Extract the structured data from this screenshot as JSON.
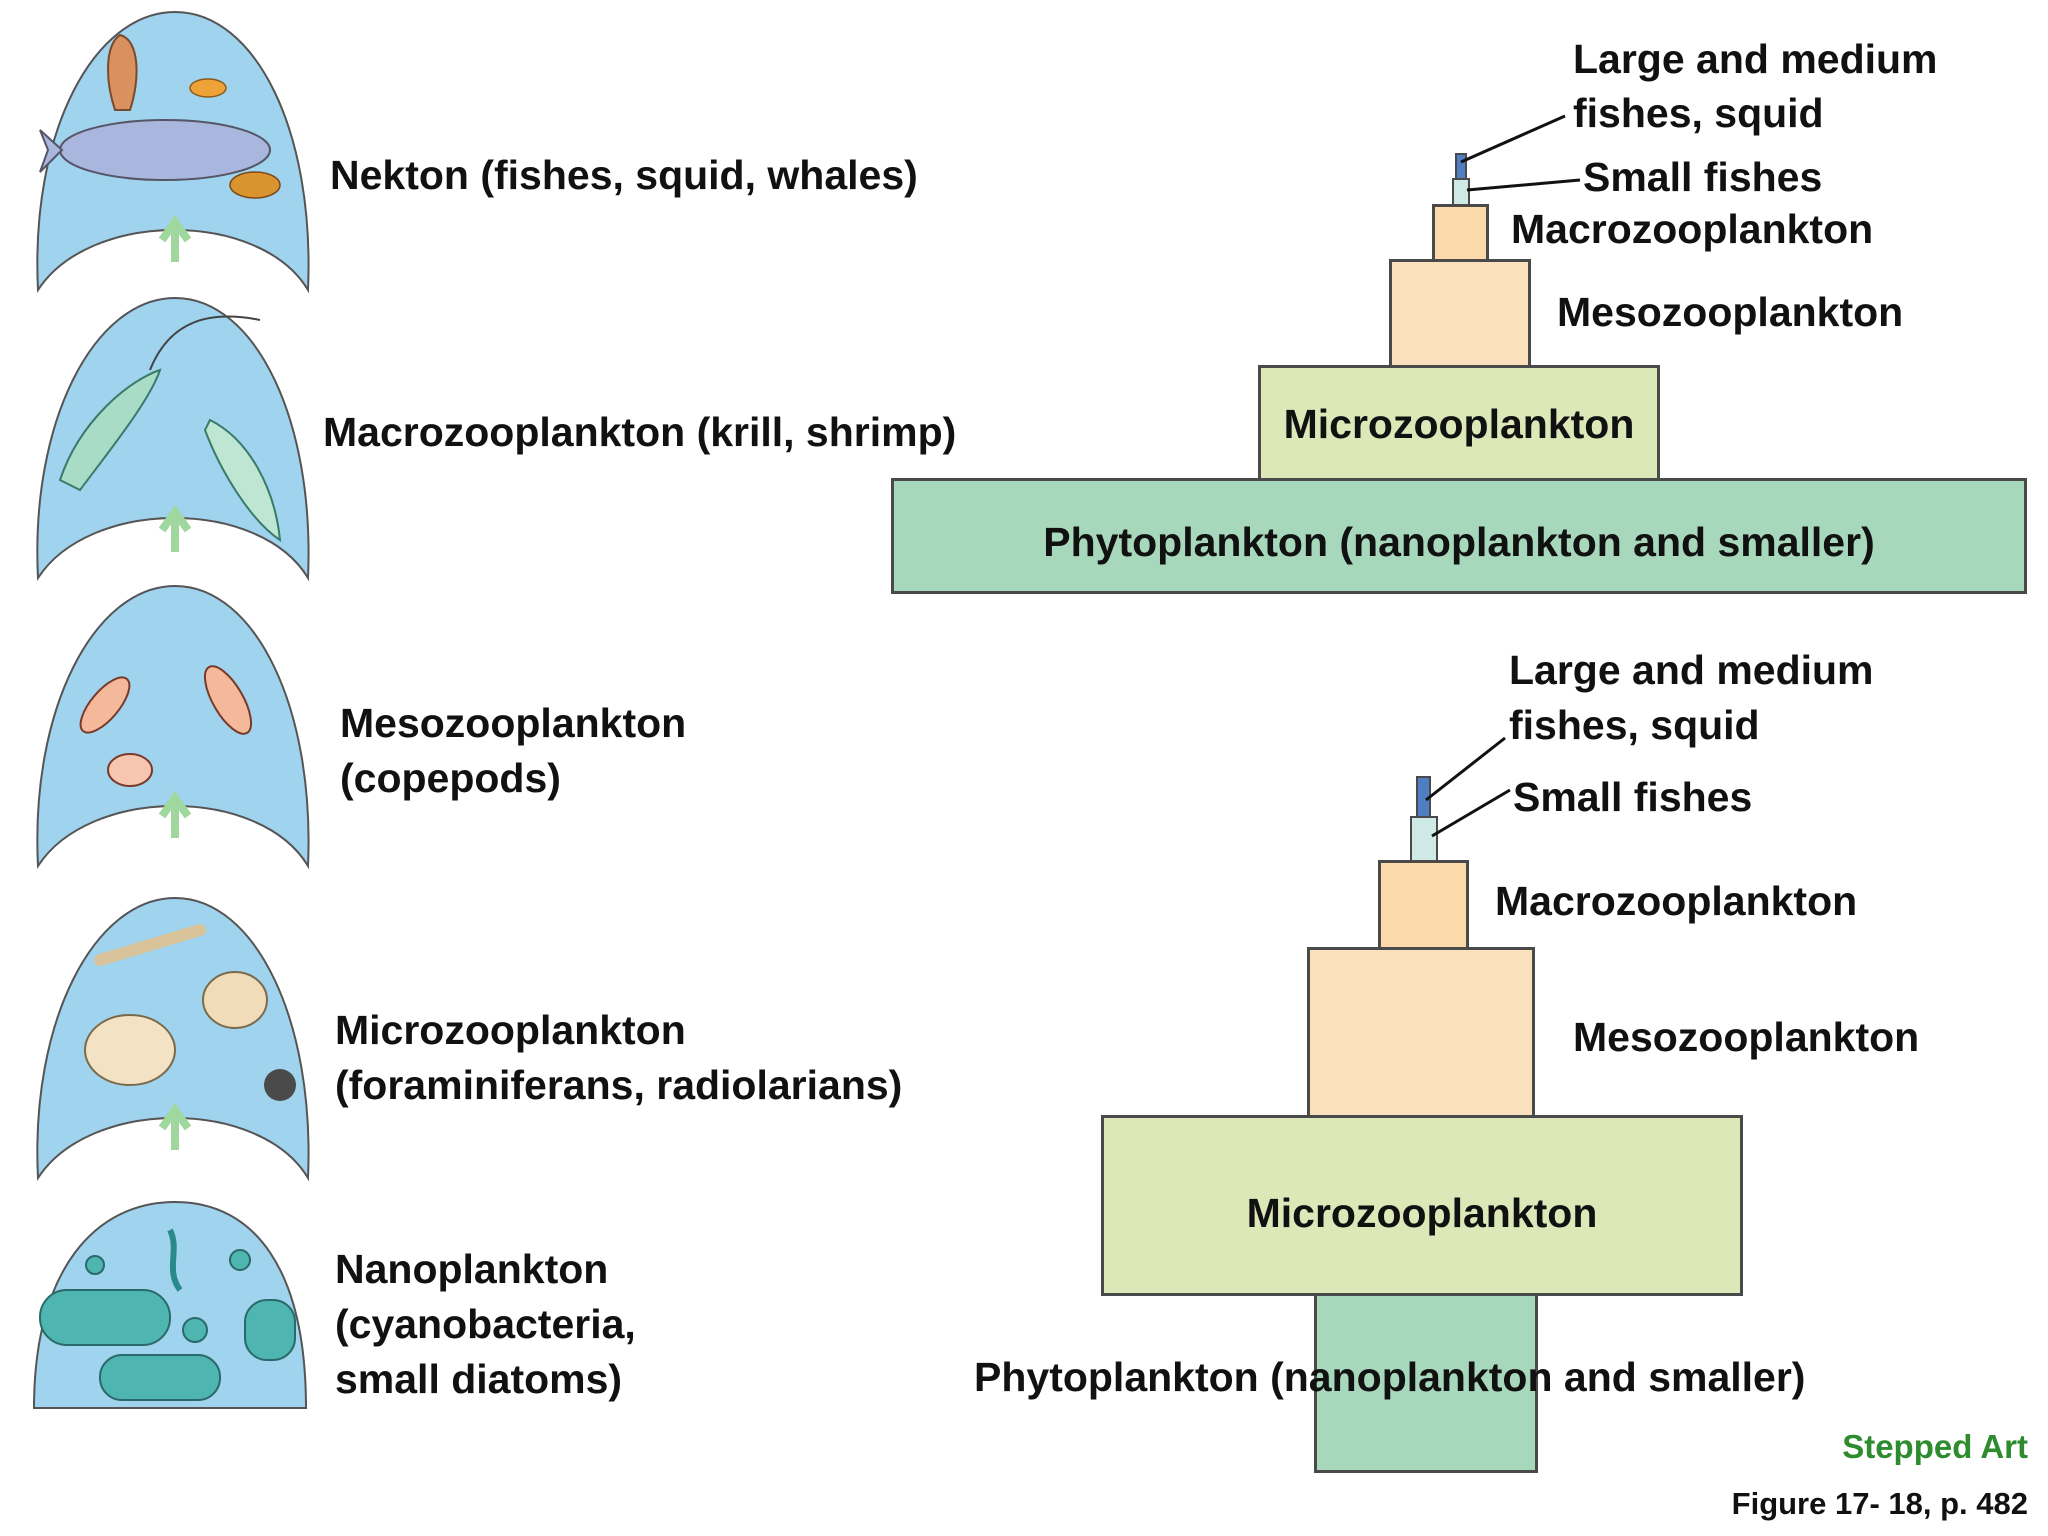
{
  "left_column": {
    "levels": [
      {
        "line1": "Nekton (fishes, squid, whales)"
      },
      {
        "line1": "Macrozooplankton (krill, shrimp)"
      },
      {
        "line1": "Mesozooplankton",
        "line2": "(copepods)"
      },
      {
        "line1": "Microzooplankton",
        "line2": "(foraminiferans, radiolarians)"
      },
      {
        "line1": "Nanoplankton",
        "line2": "(cyanobacteria,",
        "line3": "small diatoms)"
      }
    ]
  },
  "top_pyramid": {
    "large_fish_line1": "Large and medium",
    "large_fish_line2": "fishes, squid",
    "small_fishes": "Small fishes",
    "macro": "Macrozooplankton",
    "meso": "Mesozooplankton",
    "micro": "Microzooplankton",
    "phyto": "Phytoplankton (nanoplankton and smaller)"
  },
  "bottom_pyramid": {
    "large_fish_line1": "Large and medium",
    "large_fish_line2": "fishes, squid",
    "small_fishes": "Small fishes",
    "macro": "Macrozooplankton",
    "meso": "Mesozooplankton",
    "micro": "Microzooplankton",
    "phyto": "Phytoplankton (nanoplankton and smaller)"
  },
  "credits": {
    "stepped_art": "Stepped Art",
    "figure": "Figure 17- 18, p. 482"
  },
  "colors": {
    "water": "#9fd3ee",
    "phyto": "#a8d8bc",
    "micro": "#dde8b9",
    "meso": "#fbe0bd",
    "macro": "#fcd9a8",
    "small_fish": "#cfe9e7",
    "large_fish": "#4f7fc2",
    "stepped_art": "#2e8b2e"
  }
}
